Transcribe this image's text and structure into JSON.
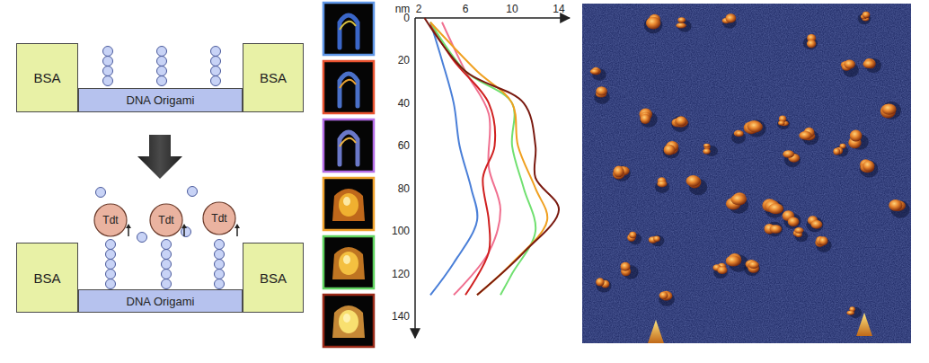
{
  "diagram": {
    "nodes": [
      {
        "text": [
          "BSA"
        ]
      },
      {
        "text": [
          "DNA Origami"
        ]
      },
      {
        "text": [
          "BSA"
        ]
      },
      {
        "text": [
          "Tdt"
        ]
      },
      {
        "text": [
          "Tdt"
        ]
      },
      {
        "text": [
          "Tdt"
        ]
      },
      {
        "text": [
          "BSA"
        ]
      },
      {
        "text": [
          "DNA Origami"
        ]
      },
      {
        "text": [
          "BSA"
        ]
      }
    ],
    "labels": [
      "nm",
      "2",
      "6",
      "10",
      "14",
      "0",
      "20",
      "40",
      "60",
      "80",
      "100",
      "120",
      "140"
    ]
  }
}
